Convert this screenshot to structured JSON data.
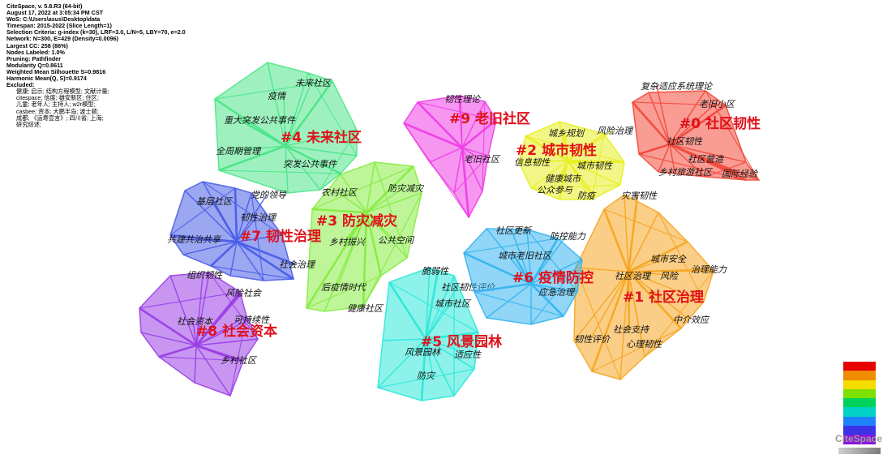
{
  "info": {
    "lines": [
      "CiteSpace, v. 5.8.R3 (64-bit)",
      "August 17, 2022 at 3:05:34 PM CST",
      "WoS: C:\\Users\\asus\\Desktop\\data",
      "Timespan: 2015-2022 (Slice Length=1)",
      "Selection Criteria: g-index (k=30), LRF=3.0, L/N=5, LBY=70, e=2.0",
      "Network: N=300, E=429 (Density=0.0096)",
      "Largest CC: 258 (86%)",
      "Nodes Labeled: 1.0%",
      "Pruning: Pathfinder",
      "Modularity Q=0.8611",
      "Weighted Mean Silhouette S=0.9816",
      "Harmonic Mean(Q, S)=0.9174",
      "Excluded:"
    ],
    "excluded": [
      "健康; 启示; 结构方程模型; 文献计量;",
      "citespace; 信度; 雄安新区; 住区;",
      "儿童; 老年人; 主持人; w2r模型;",
      "casbee; 资本; 大鹏半岛; 波士顿;",
      "成都; 《运寿宣言》; 四川省; 上海;",
      "研究综述;"
    ]
  },
  "clusters": [
    {
      "id": "c0",
      "label": "#0 社区韧性",
      "color": "#f24a3c",
      "keywords": [
        "复杂适应系统理论",
        "老旧小区",
        "社区韧性",
        "社区营造",
        "乡村旅游社区",
        "国际经验"
      ]
    },
    {
      "id": "c1",
      "label": "#1 社区治理",
      "color": "#f5a623",
      "keywords": [
        "灾害韧性",
        "城市安全",
        "治理能力",
        "社区治理",
        "风险",
        "中介效应",
        "社会支持",
        "韧性评价",
        "心理韧性"
      ]
    },
    {
      "id": "c2",
      "label": "#2 城市韧性",
      "color": "#e8ef22",
      "keywords": [
        "城乡规划",
        "风险治理",
        "信息韧性",
        "城市韧性",
        "健康城市",
        "公众参与",
        "防疫"
      ]
    },
    {
      "id": "c3",
      "label": "#3 防灾减灾",
      "color": "#86ec43",
      "keywords": [
        "农村社区",
        "防灾减灾",
        "乡村振兴",
        "公共空间",
        "后疫情时代",
        "健康社区"
      ]
    },
    {
      "id": "c4",
      "label": "#4 未来社区",
      "color": "#4ee58a",
      "keywords": [
        "未来社区",
        "疫情",
        "重大突发公共事件",
        "全周期管理",
        "突发公共事件"
      ]
    },
    {
      "id": "c5",
      "label": "#5 风景园林",
      "color": "#2ee8d8",
      "keywords": [
        "脆弱性",
        "社区韧性评价",
        "城市社区",
        "风景园林",
        "适应性",
        "防灾"
      ]
    },
    {
      "id": "c6",
      "label": "#6 疫情防控",
      "color": "#36b4f0",
      "keywords": [
        "社区更新",
        "防控能力",
        "城市老旧社区",
        "应急治理"
      ]
    },
    {
      "id": "c7",
      "label": "#7 韧性治理",
      "color": "#4a5ee8",
      "keywords": [
        "党的领导",
        "基层社区",
        "韧性治理",
        "共建共治共享",
        "社会治理"
      ]
    },
    {
      "id": "c8",
      "label": "#8 社会资本",
      "color": "#9a40e6",
      "keywords": [
        "组织韧性",
        "风险社会",
        "社会资本",
        "可持续性",
        "乡村社区"
      ]
    },
    {
      "id": "c9",
      "label": "#9 老旧社区",
      "color": "#ee3fe6",
      "keywords": [
        "韧性理论",
        "老旧社区"
      ]
    }
  ],
  "legend_colors": [
    "#e60000",
    "#f08c00",
    "#f5dc00",
    "#7ce000",
    "#00d25a",
    "#00d2c8",
    "#1e82ff",
    "#3c32e6",
    "#8c14dc"
  ],
  "logo": "CiteSpace"
}
